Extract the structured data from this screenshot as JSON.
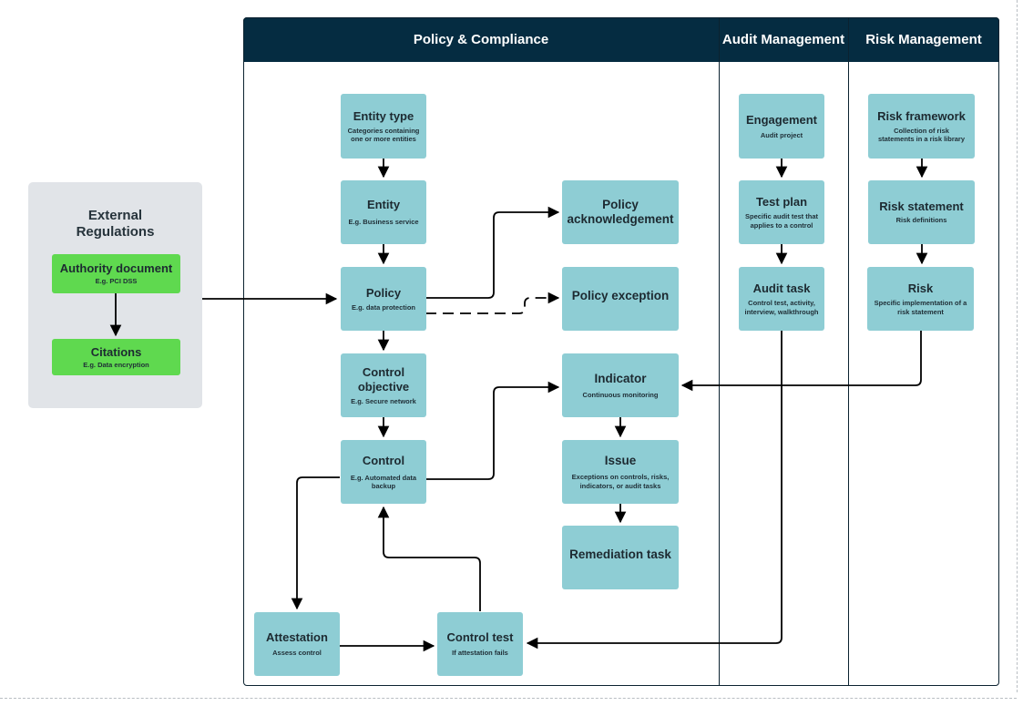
{
  "lanes": {
    "policy": "Policy & Compliance",
    "audit": "Audit Management",
    "risk": "Risk Management"
  },
  "external": {
    "title_line1": "External",
    "title_line2": "Regulations",
    "authority": {
      "title": "Authority document",
      "sub": "E.g. PCI DSS"
    },
    "citations": {
      "title": "Citations",
      "sub": "E.g. Data encryption"
    }
  },
  "policy_lane": {
    "entity_type": {
      "title": "Entity type",
      "sub_line1": "Categories  containing",
      "sub_line2": "one or more entities"
    },
    "entity": {
      "title": "Entity",
      "sub": "E.g. Business service"
    },
    "policy": {
      "title": "Policy",
      "sub": "E.g. data protection"
    },
    "control_objective": {
      "title_line1": "Control",
      "title_line2": "objective",
      "sub": "E.g. Secure network"
    },
    "control": {
      "title": "Control",
      "sub_line1": "E.g. Automated data",
      "sub_line2": "backup"
    },
    "attestation": {
      "title": "Attestation",
      "sub": "Assess control"
    },
    "control_test": {
      "title": "Control test",
      "sub": "If attestation fails"
    },
    "policy_ack": {
      "title_line1": "Policy",
      "title_line2": "acknowledgement"
    },
    "policy_exception": {
      "title": "Policy exception"
    },
    "indicator": {
      "title": "Indicator",
      "sub": "Continuous monitoring"
    },
    "issue": {
      "title": "Issue",
      "sub_line1": "Exceptions on controls, risks,",
      "sub_line2": "indicators, or audit tasks"
    },
    "remediation": {
      "title": "Remediation task"
    }
  },
  "audit_lane": {
    "engagement": {
      "title": "Engagement",
      "sub": "Audit project"
    },
    "test_plan": {
      "title": "Test plan",
      "sub_line1": "Specific audit test that",
      "sub_line2": "applies to a control"
    },
    "audit_task": {
      "title": "Audit task",
      "sub_line1": "Control test, activity,",
      "sub_line2": "interview, walkthrough"
    }
  },
  "risk_lane": {
    "risk_framework": {
      "title": "Risk framework",
      "sub_line1": "Collection of risk",
      "sub_line2": "statements in a risk library"
    },
    "risk_statement": {
      "title": "Risk statement",
      "sub": "Risk definitions"
    },
    "risk": {
      "title": "Risk",
      "sub_line1": "Specific implementation of a",
      "sub_line2": "risk statement"
    }
  },
  "colors": {
    "header": "#052c41",
    "box": "#8ecdd4",
    "green": "#5fd94f",
    "external_panel": "#e1e4e8",
    "arrow": "#000000"
  }
}
